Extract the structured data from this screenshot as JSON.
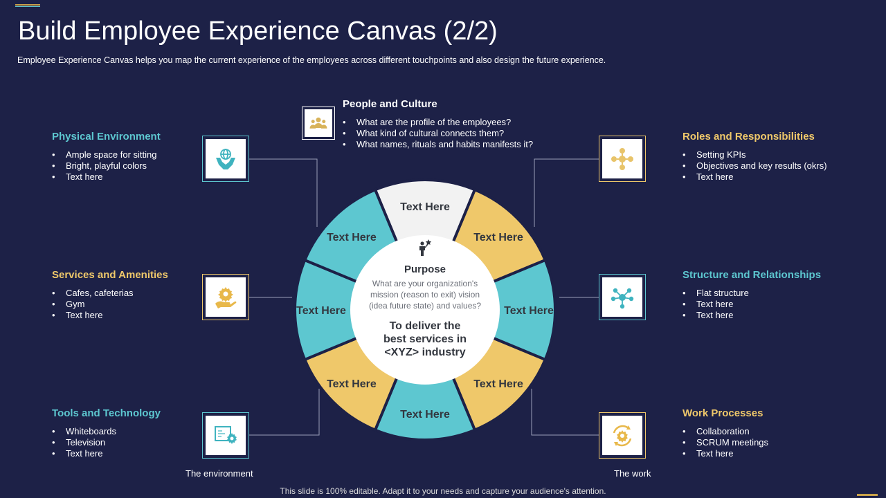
{
  "header": {
    "title": "Build Employee Experience Canvas (2/2)",
    "subtitle": "Employee Experience Canvas helps you map the current experience of the employees across different touchpoints and also design the future experience."
  },
  "footer": {
    "text": "This slide is 100% editable. Adapt it to your needs and capture your audience's attention."
  },
  "colors": {
    "background": "#1d2147",
    "teal": "#5dc7d0",
    "gold": "#efc86a",
    "light": "#f2f2f2"
  },
  "sections": {
    "people_culture": {
      "title": "People and Culture",
      "icon": "people-group-icon",
      "items": [
        "What are the profile of the employees?",
        "What kind of cultural connects them?",
        "What names, rituals and habits manifests it?"
      ]
    },
    "physical_environment": {
      "title": "Physical Environment",
      "icon": "globe-hands-icon",
      "items": [
        "Ample space for sitting",
        "Bright, playful colors",
        "Text here"
      ]
    },
    "roles_responsibilities": {
      "title": "Roles and Responsibilities",
      "icon": "roles-hub-icon",
      "items": [
        "Setting KPIs",
        "Objectives  and key results (okrs)",
        "Text here"
      ]
    },
    "services_amenities": {
      "title": "Services and Amenities",
      "icon": "gear-hand-icon",
      "items": [
        "Cafes, cafeterias",
        "Gym",
        "Text here"
      ]
    },
    "structure_relationships": {
      "title": "Structure and Relationships",
      "icon": "network-icon",
      "items": [
        "Flat structure",
        "Text here",
        "Text here"
      ]
    },
    "tools_technology": {
      "title": "Tools and Technology",
      "icon": "tech-screen-gear-icon",
      "items": [
        "Whiteboards",
        "Television",
        "Text here"
      ]
    },
    "work_processes": {
      "title": "Work Processes",
      "icon": "cycle-gear-icon",
      "items": [
        "Collaboration",
        "SCRUM meetings",
        "Text here"
      ]
    }
  },
  "captions": {
    "environment": "The environment",
    "work": "The work"
  },
  "wheel": {
    "segments": [
      "Text Here",
      "Text Here",
      "Text Here",
      "Text Here",
      "Text Here",
      "Text Here",
      "Text Here",
      "Text Here"
    ],
    "center_icon": "person-star-icon",
    "center_title": "Purpose",
    "center_desc": [
      "What are your organization's",
      "mission (reason to exit) vision",
      "(idea future state) and values?"
    ],
    "center_statement": [
      "To deliver the",
      "best services in",
      "<XYZ> industry"
    ]
  }
}
